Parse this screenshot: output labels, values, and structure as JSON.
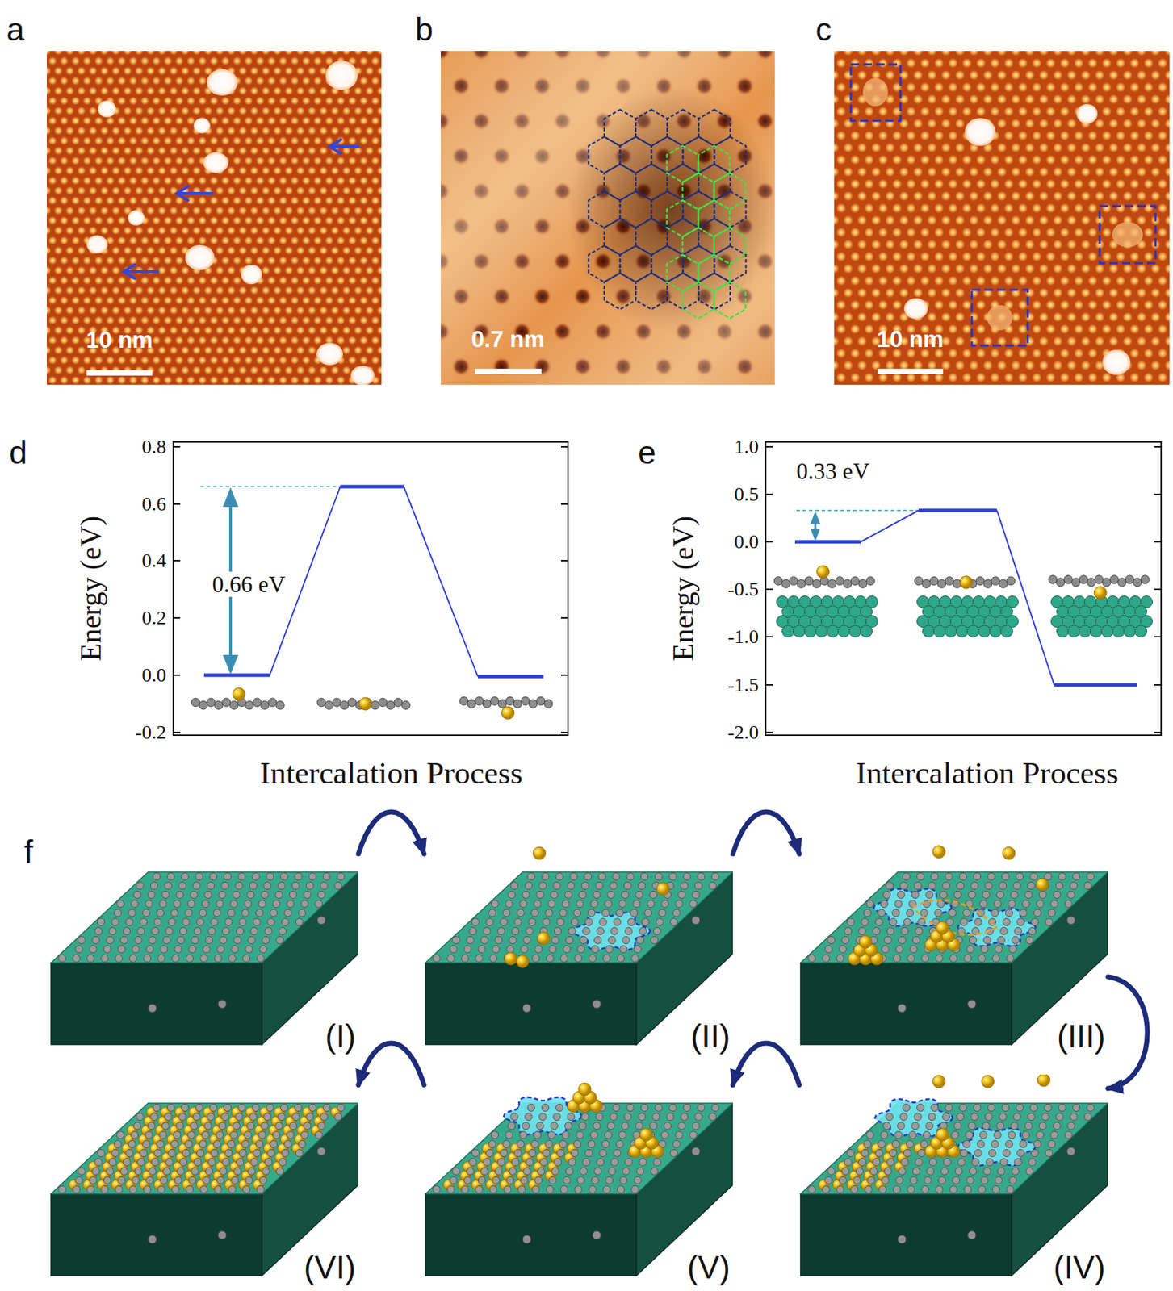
{
  "diagram": {
    "nodes": [
      {
        "text": [
          "(I)"
        ]
      },
      {
        "text": [
          "(II)"
        ]
      },
      {
        "text": [
          "(III)"
        ]
      },
      {
        "text": [
          "(IV)"
        ]
      },
      {
        "text": [
          "(V)"
        ]
      },
      {
        "text": [
          "(VI)"
        ]
      }
    ],
    "edges": [
      {
        "from": 0,
        "to": 1,
        "arrow": "to"
      },
      {
        "from": 1,
        "to": 2,
        "arrow": "to"
      },
      {
        "from": 2,
        "to": 3,
        "arrow": "to"
      },
      {
        "from": 3,
        "to": 4,
        "arrow": "to"
      },
      {
        "from": 4,
        "to": 5,
        "arrow": "to"
      }
    ],
    "labels": [
      "a",
      "b",
      "c",
      "10 nm",
      "0.7 nm",
      "10 nm",
      "d",
      "0.8",
      "0.6",
      "0.4",
      "0.2",
      "0.0",
      "-0.2",
      "Energy (eV)",
      "0.66 eV",
      "Intercalation Process",
      "e",
      "1.0",
      "0.5",
      "0.0",
      "-0.5",
      "-1.0",
      "-1.5",
      "-2.0",
      "Energy (eV)",
      "0.33 eV",
      "Intercalation Process",
      "f"
    ]
  }
}
